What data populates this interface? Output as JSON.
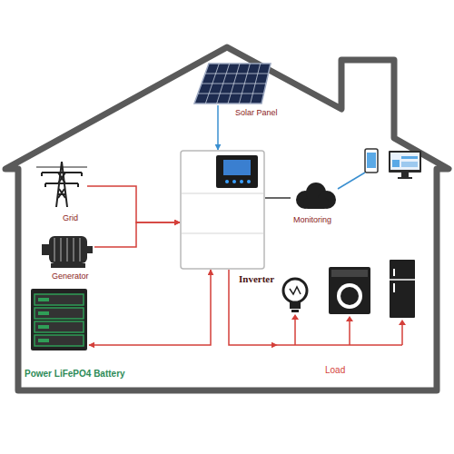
{
  "diagram": {
    "nodes": [
      {
        "text": [
          "Solar Panel"
        ]
      },
      {
        "text": [
          "Grid"
        ]
      },
      {
        "text": [
          "Generator"
        ]
      },
      {
        "text": [
          "Inverter"
        ]
      },
      {
        "text": [
          "Monitoring"
        ]
      },
      {
        "text": [
          "Power LiFePO4 Battery"
        ]
      },
      {
        "text": [
          "Load"
        ]
      }
    ],
    "edges": [
      {
        "from": 0,
        "to": 3,
        "arrow": "to"
      },
      {
        "from": 1,
        "to": 3,
        "arrow": "to"
      },
      {
        "from": 2,
        "to": 3,
        "arrow": "to"
      },
      {
        "from": 3,
        "to": 4,
        "arrow": "none"
      },
      {
        "from": 3,
        "to": 5,
        "arrow": "both"
      },
      {
        "from": 3,
        "to": 6,
        "arrow": "to"
      }
    ]
  }
}
